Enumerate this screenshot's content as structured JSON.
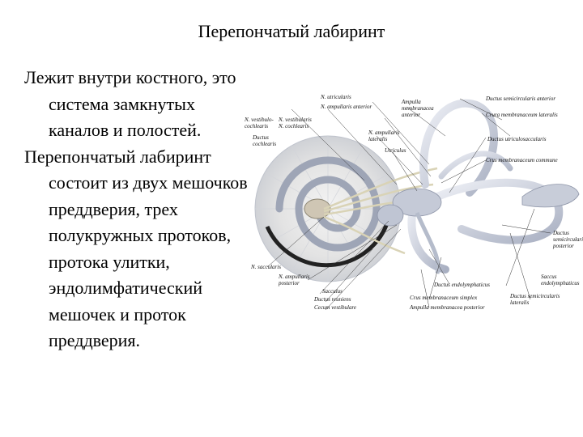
{
  "slide": {
    "title": "Перепончатый лабиринт",
    "paragraphs": [
      "Лежит внутри костного, это система замкнутых каналов и полостей.",
      "Перепончатый лабиринт состоит из двух мешочков преддверия, трех полукружных протоков, протока улитки, эндолимфатический мешочек и проток преддверия."
    ]
  },
  "figure": {
    "labels": {
      "n_utricularis": "N. utricularis",
      "n_ampullaris_anterior": "N. ampullaris anterior",
      "ampulla_membranacea_anterior": "Ampulla\nmembranacea\nanterior",
      "ductus_semicircularis_anterior": "Ductus semicircularis anterior",
      "crus_membranaceum_ampullare_lateralis": "Crura membranaceum lateralis",
      "n_vestibulo_cochlearis": "N. vestibulo-\ncochlearis",
      "n_vestibularis_cochlearis": "N. vestibularis\nN. cochlearis",
      "n_ampullaris_lateralis": "N. ampullaris\nlateralis",
      "ductus_cochlearis": "Ductus\ncochlearis",
      "ductus_utriculosaccularis": "Ductus utriculosaccularis",
      "utriculus": "Utriculus",
      "crus_membranaceum_commune": "Crus membranaceum commune",
      "ductus_semicircularis_posterior": "Ductus\nsemicircularis\nposterior",
      "n_saccularis": "N. saccularis",
      "n_ampullaris_posterior": "N. ampullaris\nposterior",
      "ductus_endolymphaticus": "Ductus endolymphaticus",
      "saccus_endolymphaticus": "Saccus\nendolymphaticus",
      "sacculus": "Sacculus",
      "ductus_reuniens": "Ductus reuniens",
      "caecum_vestibulare": "Cecum vestibulare",
      "crus_membranaceum_simplex": "Crus membranaceum simplex",
      "ampulla_membranacea_posterior": "Ampulla membranacea posterior",
      "ductus_semicircularis_lateralis": "Ductus semicircularis\nlateralis"
    }
  }
}
